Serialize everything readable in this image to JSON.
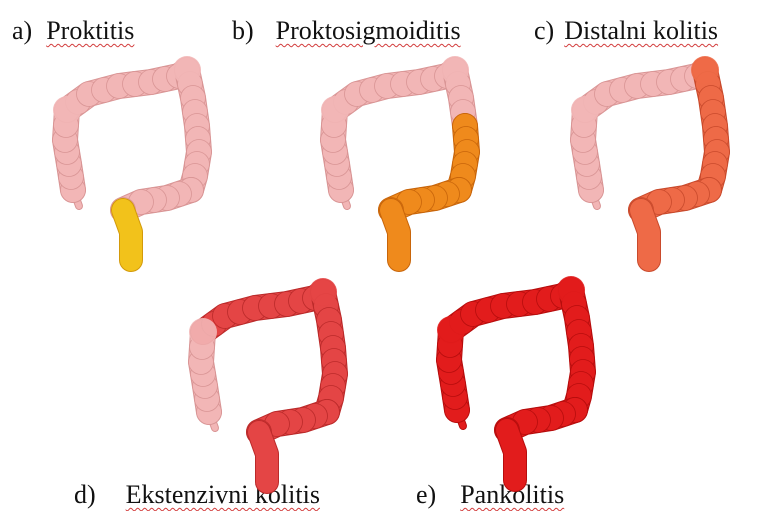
{
  "panels": [
    {
      "letter": "a)",
      "name": "Proktitis",
      "affected": "rectum",
      "color": "#f2c21b",
      "dark": "#d39a0a"
    },
    {
      "letter": "b)",
      "name": "Proktosigmoiditis",
      "affected": "rectosigmoid",
      "color": "#ef8a1c",
      "dark": "#c8650a"
    },
    {
      "letter": "c)",
      "name": "Distalni kolitis",
      "affected": "left colon",
      "color": "#ee6a47",
      "dark": "#c94a2c"
    },
    {
      "letter": "d)",
      "name": "Ekstenzivni kolitis",
      "affected": "beyond splenic flexure",
      "color": "#e44545",
      "dark": "#bb2a2a"
    },
    {
      "letter": "e)",
      "name": "Pankolitis",
      "affected": "entire colon",
      "color": "#e21c1c",
      "dark": "#b70d0d"
    }
  ],
  "colors": {
    "healthy": "#f2b6b6",
    "healthy_dark": "#d99595"
  }
}
